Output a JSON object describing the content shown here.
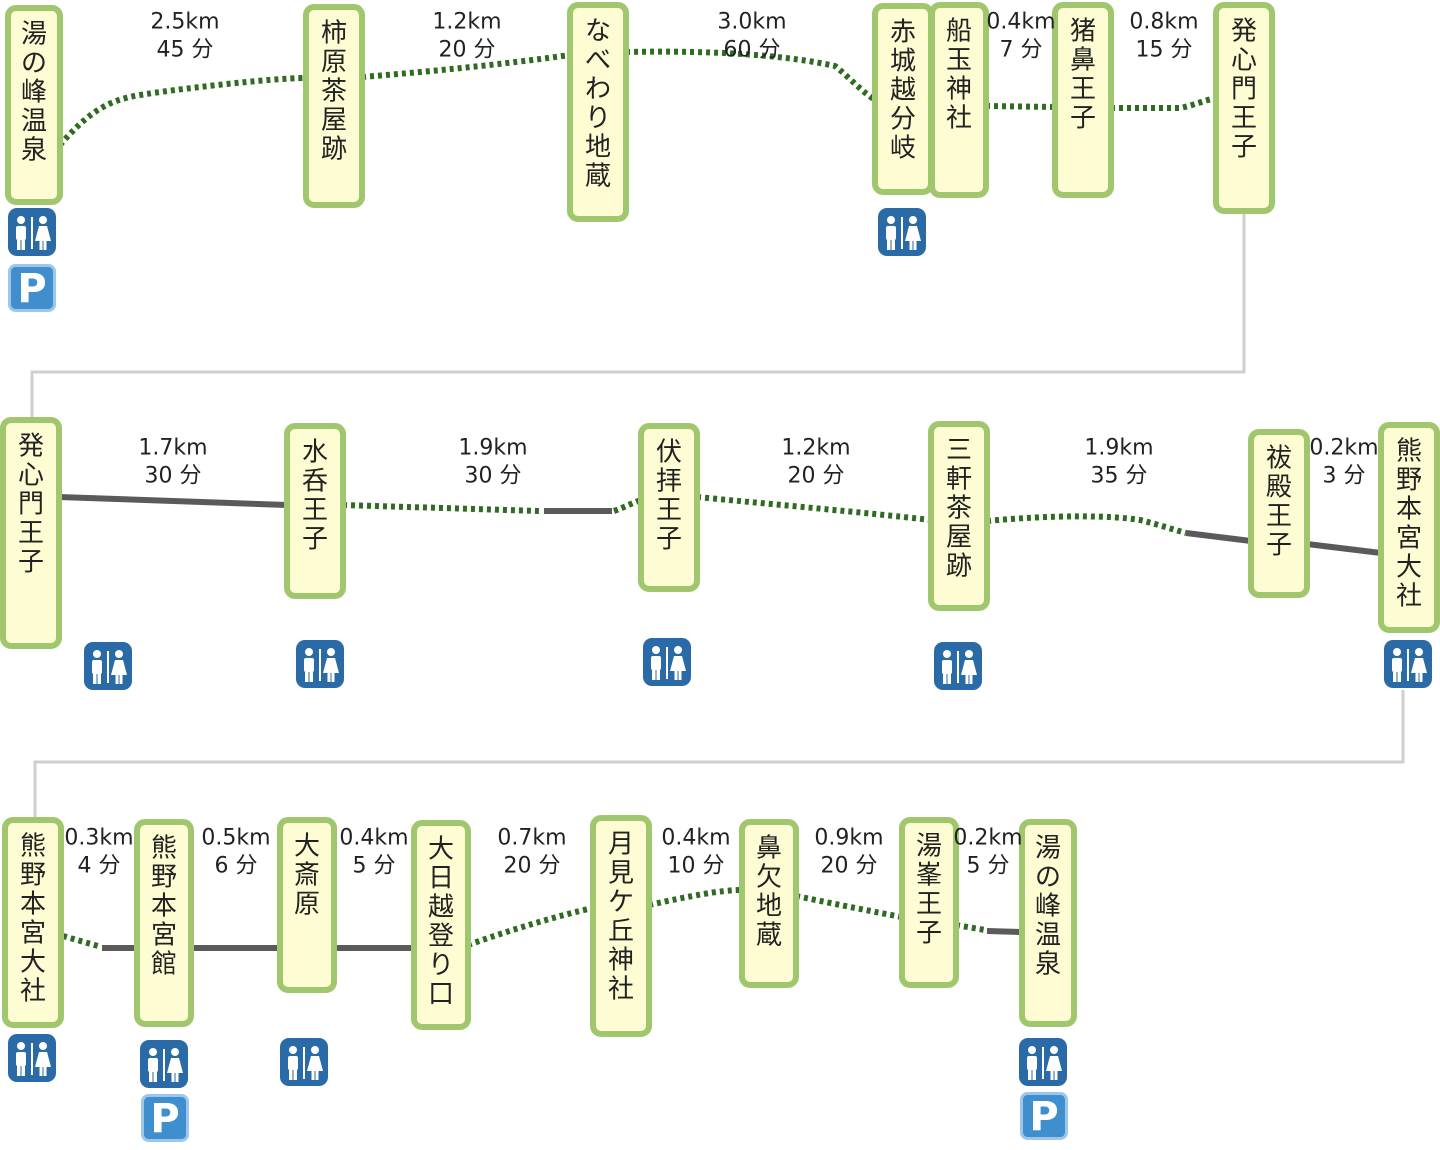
{
  "title": "",
  "legend_colors": {
    "trail_dotted": "#2f6b23",
    "trail_paved": "#5a5a5a",
    "stop_fill": "#fdfcd2",
    "stop_border": "#a1c76e",
    "toilet_bg": "#2a6aa6",
    "parking_bg": "#3f8fcf",
    "connector": "#cfcfcf"
  },
  "icons": {
    "toilet": "toilet-icon",
    "parking": "parking-icon",
    "parking_letter": "P"
  },
  "rows": [
    {
      "stops": [
        {
          "name": "湯の峰温泉",
          "toilet": true,
          "parking": true
        },
        {
          "name": "柿原茶屋跡",
          "toilet": false,
          "parking": false
        },
        {
          "name": "なべわり地蔵",
          "toilet": false,
          "parking": false
        },
        {
          "name": "赤城越分岐",
          "toilet": true,
          "parking": false
        },
        {
          "name": "船玉神社",
          "toilet": false,
          "parking": false
        },
        {
          "name": "猪鼻王子",
          "toilet": false,
          "parking": false
        },
        {
          "name": "発心門王子",
          "toilet": false,
          "parking": false
        }
      ],
      "segments": [
        {
          "distance": "2.5km",
          "time": "45 分",
          "surface": "dotted"
        },
        {
          "distance": "1.2km",
          "time": "20 分",
          "surface": "dotted"
        },
        {
          "distance": "3.0km",
          "time": "60 分",
          "surface": "dotted"
        },
        {
          "distance": "",
          "time": "",
          "surface": "none"
        },
        {
          "distance": "0.4km",
          "time": "7 分",
          "surface": "dotted"
        },
        {
          "distance": "0.8km",
          "time": "15 分",
          "surface": "dotted"
        }
      ]
    },
    {
      "stops": [
        {
          "name": "発心門王子",
          "toilet": false,
          "parking": false
        },
        {
          "name": "水呑王子",
          "toilet": true,
          "parking": false
        },
        {
          "name": "伏拝王子",
          "toilet": true,
          "parking": false
        },
        {
          "name": "三軒茶屋跡",
          "toilet": true,
          "parking": false
        },
        {
          "name": "祓殿王子",
          "toilet": false,
          "parking": false
        },
        {
          "name": "熊野本宮大社",
          "toilet": true,
          "parking": false
        }
      ],
      "extra_toilets": 1,
      "segments": [
        {
          "distance": "1.7km",
          "time": "30 分",
          "surface": "paved"
        },
        {
          "distance": "1.9km",
          "time": "30 分",
          "surface": "mixed"
        },
        {
          "distance": "1.2km",
          "time": "20 分",
          "surface": "dotted"
        },
        {
          "distance": "1.9km",
          "time": "35 分",
          "surface": "mixed"
        },
        {
          "distance": "0.2km",
          "time": "3 分",
          "surface": "paved"
        }
      ]
    },
    {
      "stops": [
        {
          "name": "熊野本宮大社",
          "toilet": true,
          "parking": false
        },
        {
          "name": "熊野本宮館",
          "toilet": true,
          "parking": true
        },
        {
          "name": "大斎原",
          "toilet": true,
          "parking": false
        },
        {
          "name": "大日越登り口",
          "toilet": false,
          "parking": false
        },
        {
          "name": "月見ケ丘神社",
          "toilet": false,
          "parking": false
        },
        {
          "name": "鼻欠地蔵",
          "toilet": false,
          "parking": false
        },
        {
          "name": "湯峯王子",
          "toilet": false,
          "parking": false
        },
        {
          "name": "湯の峰温泉",
          "toilet": true,
          "parking": true
        }
      ],
      "segments": [
        {
          "distance": "0.3km",
          "time": "4 分",
          "surface": "mixed"
        },
        {
          "distance": "0.5km",
          "time": "6 分",
          "surface": "paved"
        },
        {
          "distance": "0.4km",
          "time": "5 分",
          "surface": "paved"
        },
        {
          "distance": "0.7km",
          "time": "20 分",
          "surface": "dotted"
        },
        {
          "distance": "0.4km",
          "time": "10 分",
          "surface": "dotted"
        },
        {
          "distance": "0.9km",
          "time": "20 分",
          "surface": "dotted"
        },
        {
          "distance": "0.2km",
          "time": "5 分",
          "surface": "mixed"
        }
      ]
    }
  ]
}
